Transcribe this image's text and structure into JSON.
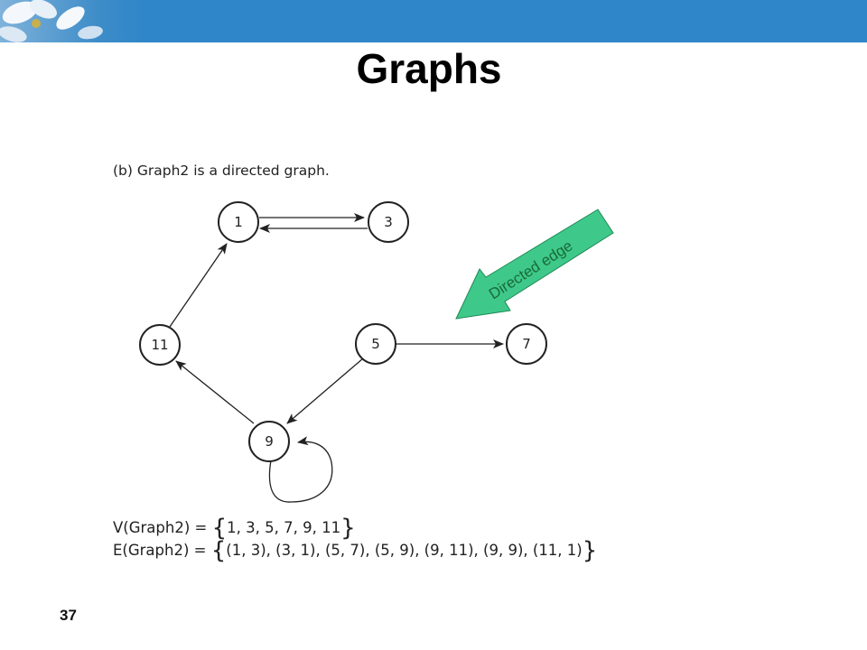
{
  "slide": {
    "title": "Graphs",
    "page_number": "37"
  },
  "figure": {
    "caption": "(b) Graph2 is a directed graph.",
    "nodes": [
      "1",
      "3",
      "11",
      "5",
      "7",
      "9"
    ],
    "edges": [
      [
        "1",
        "3"
      ],
      [
        "3",
        "1"
      ],
      [
        "5",
        "7"
      ],
      [
        "5",
        "9"
      ],
      [
        "9",
        "11"
      ],
      [
        "9",
        "9"
      ],
      [
        "11",
        "1"
      ]
    ],
    "vertex_set": {
      "prefix": "V(Graph2) = ",
      "content": "1, 3, 5, 7, 9, 11"
    },
    "edge_set": {
      "prefix": "E(Graph2) = ",
      "content": "(1, 3), (3, 1), (5, 7), (5, 9), (9, 11), (9, 9), (11, 1)"
    }
  },
  "callout": {
    "label": "Directed edge",
    "color": "#3ec98a"
  },
  "colors": {
    "banner": "#2f86c8",
    "ink": "#222222"
  }
}
